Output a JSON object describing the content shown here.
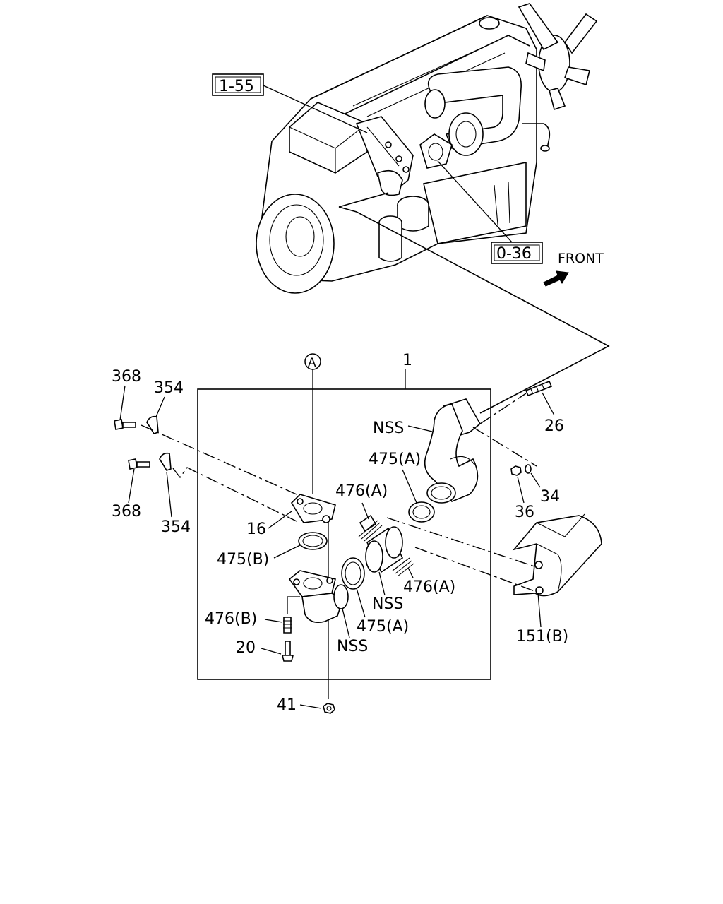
{
  "refs": {
    "ref_1_55": "1-55",
    "ref_0_36": "0-36"
  },
  "front_label": "FRONT",
  "marker_a": "A",
  "parts": {
    "p1": "1",
    "p368_top": "368",
    "p354_top": "354",
    "p368_bottom": "368",
    "p354_bottom": "354",
    "p16": "16",
    "p475b": "475(B)",
    "p476b": "476(B)",
    "p20": "20",
    "p41": "41",
    "p476a_upper": "476(A)",
    "p475a_upper": "475(A)",
    "nss_upper": "NSS",
    "nss_middle": "NSS",
    "nss_lower": "NSS",
    "p475a_lower": "475(A)",
    "p476a_lower": "476(A)",
    "p26": "26",
    "p34": "34",
    "p36": "36",
    "p151b": "151(B)"
  }
}
